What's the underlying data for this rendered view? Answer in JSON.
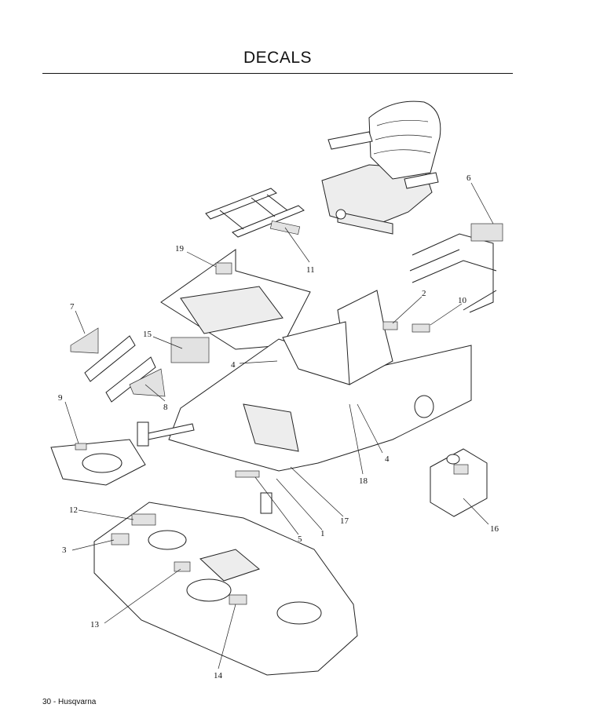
{
  "page": {
    "title": "DECALS",
    "footer": "30 - Husqvarna"
  },
  "callouts": [
    {
      "id": "c1",
      "label": "1"
    },
    {
      "id": "c2",
      "label": "2"
    },
    {
      "id": "c3",
      "label": "3"
    },
    {
      "id": "c4a",
      "label": "4"
    },
    {
      "id": "c4b",
      "label": "4"
    },
    {
      "id": "c5",
      "label": "5"
    },
    {
      "id": "c6",
      "label": "6"
    },
    {
      "id": "c7",
      "label": "7"
    },
    {
      "id": "c8",
      "label": "8"
    },
    {
      "id": "c9",
      "label": "9"
    },
    {
      "id": "c10",
      "label": "10"
    },
    {
      "id": "c11",
      "label": "11"
    },
    {
      "id": "c12",
      "label": "12"
    },
    {
      "id": "c13",
      "label": "13"
    },
    {
      "id": "c14",
      "label": "14"
    },
    {
      "id": "c15",
      "label": "15"
    },
    {
      "id": "c16",
      "label": "16"
    },
    {
      "id": "c17",
      "label": "17"
    },
    {
      "id": "c18",
      "label": "18"
    },
    {
      "id": "c19",
      "label": "19"
    }
  ]
}
